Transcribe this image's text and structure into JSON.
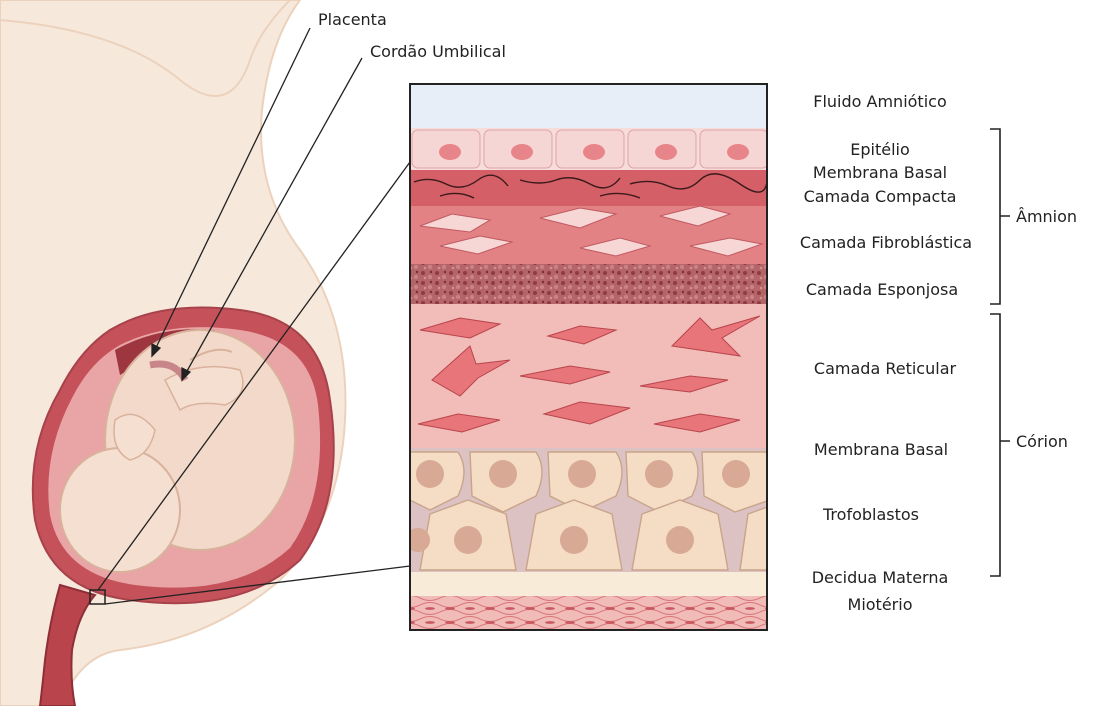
{
  "labels": {
    "placenta": "Placenta",
    "umbilical_cord": "Cordão Umbilical",
    "amniotic_fluid": "Fluido Amniótico",
    "epithelium": "Epitélio",
    "basement_membrane_amnion": "Membrana Basal",
    "compact_layer": "Camada Compacta",
    "fibroblast_layer": "Camada Fibroblástica",
    "spongy_layer": "Camada Esponjosa",
    "reticular_layer": "Camada Reticular",
    "basement_membrane_chorion": "Membrana Basal",
    "trophoblasts": "Trofoblastos",
    "maternal_decidua": "Decidua Materna",
    "myometrium": "Miotério"
  },
  "groups": {
    "amnion": "Âmnion",
    "chorion": "Córion"
  },
  "colors": {
    "skin": "#f6e6d8",
    "skin_outline": "#e8c8ae",
    "uterus": "#c5525a",
    "uterus_dark": "#9e3640",
    "fluid": "#e7eef8",
    "epithelium": "#f4d2d2",
    "compact": "#d9646a",
    "fibroblast": "#e48184",
    "spongy": "#a9585c",
    "reticular": "#f1b9b5",
    "trophoblast": "#f4dcc4",
    "decidua": "#f8ecd8",
    "myometrium": "#f0b6b2"
  }
}
